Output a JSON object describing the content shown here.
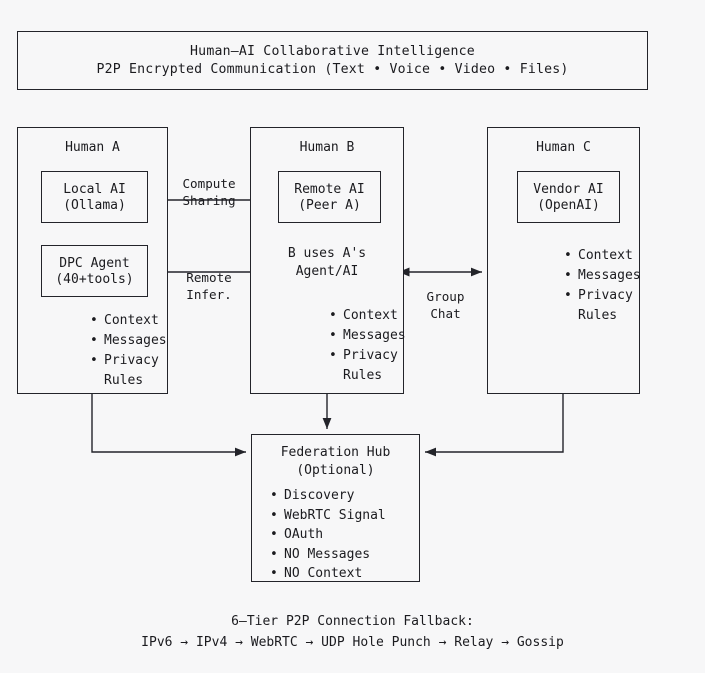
{
  "header": {
    "line1": "Human–AI Collaborative Intelligence",
    "line2": "P2P Encrypted Communication (Text • Voice • Video • Files)"
  },
  "columns": {
    "a": {
      "title": "Human A",
      "ai_box": {
        "line1": "Local AI",
        "line2": "(Ollama)"
      },
      "agent_box": {
        "line1": "DPC Agent",
        "line2": "(40+tools)"
      },
      "bullets": [
        "Context",
        "Messages",
        "Privacy",
        "Rules"
      ]
    },
    "b": {
      "title": "Human B",
      "ai_box": {
        "line1": "Remote AI",
        "line2": "(Peer A)"
      },
      "note": {
        "line1": "B uses A's",
        "line2": "Agent/AI"
      },
      "bullets": [
        "Context",
        "Messages",
        "Privacy",
        "Rules"
      ]
    },
    "c": {
      "title": "Human C",
      "ai_box": {
        "line1": "Vendor AI",
        "line2": "(OpenAI)"
      },
      "bullets": [
        "Context",
        "Messages",
        "Privacy",
        "Rules"
      ]
    }
  },
  "edges": {
    "compute_sharing": {
      "line1": "Compute",
      "line2": "Sharing"
    },
    "remote_infer": {
      "line1": "Remote",
      "line2": "Infer."
    },
    "group_chat": {
      "line1": "Group",
      "line2": "Chat"
    }
  },
  "hub": {
    "title_line1": "Federation Hub",
    "title_line2": "(Optional)",
    "bullets": [
      "Discovery",
      "WebRTC Signal",
      "OAuth",
      "NO Messages",
      "NO Context"
    ]
  },
  "footer": {
    "line1": "6–Tier P2P Connection Fallback:",
    "line2": "IPv6 → IPv4 → WebRTC → UDP Hole Punch → Relay → Gossip"
  },
  "colors": {
    "background": "#f7f7f8",
    "stroke": "#23242a",
    "text": "#1b1b1f"
  }
}
